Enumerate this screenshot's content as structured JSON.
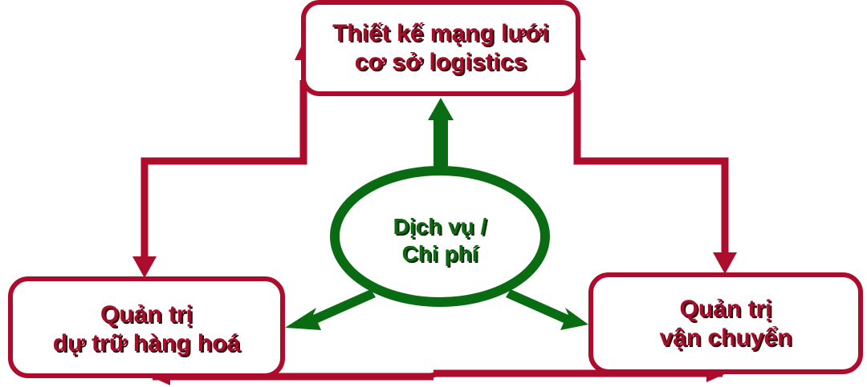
{
  "diagram": {
    "colors": {
      "flow_red": "#ad0c2c",
      "core_green": "#0a6c12",
      "background": "#ffffff"
    },
    "nodes": {
      "top": {
        "id": "network-design",
        "line1": "Thiết kế mạng lưới",
        "line2": "cơ sở logistics"
      },
      "left": {
        "id": "inventory-management",
        "line1": "Quản trị",
        "line2": "dự trữ hàng hoá"
      },
      "right": {
        "id": "transport-management",
        "line1": "Quản trị",
        "line2": "vận chuyển"
      },
      "center": {
        "id": "service-cost",
        "line1": "Dịch vụ /",
        "line2": "Chi phí"
      }
    },
    "edges": [
      {
        "from": "service-cost",
        "to": "network-design",
        "color": "green"
      },
      {
        "from": "service-cost",
        "to": "inventory-management",
        "color": "green"
      },
      {
        "from": "service-cost",
        "to": "transport-management",
        "color": "green"
      },
      {
        "from": "network-design",
        "to": "inventory-management",
        "color": "red"
      },
      {
        "from": "inventory-management",
        "to": "network-design",
        "color": "red"
      },
      {
        "from": "network-design",
        "to": "transport-management",
        "color": "red"
      },
      {
        "from": "transport-management",
        "to": "network-design",
        "color": "red"
      },
      {
        "from": "inventory-management",
        "to": "transport-management",
        "color": "red"
      },
      {
        "from": "transport-management",
        "to": "inventory-management",
        "color": "red"
      }
    ]
  }
}
